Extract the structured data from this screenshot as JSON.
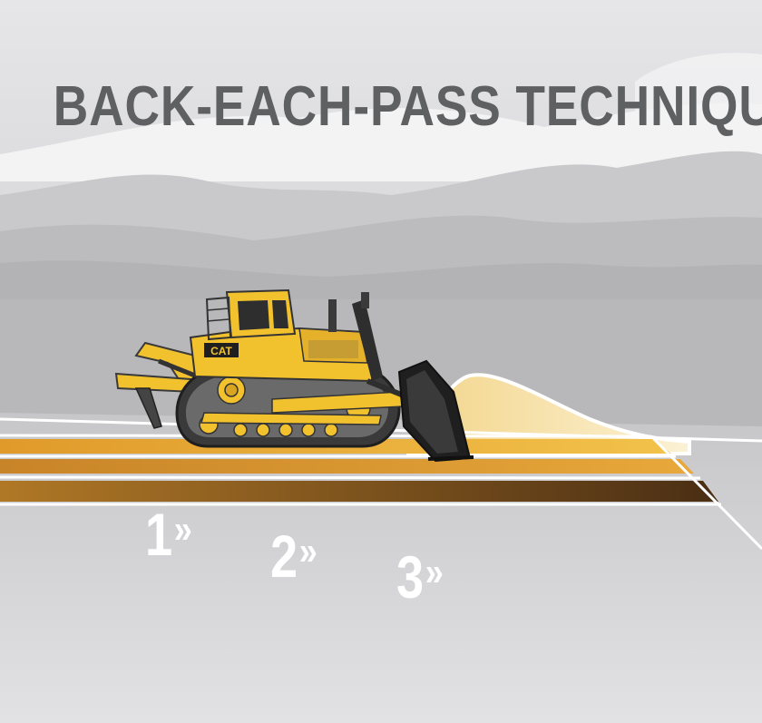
{
  "title": "BACK-EACH-PASS TECHNIQUE",
  "passes": [
    {
      "number": "1",
      "arrow": "»"
    },
    {
      "number": "2",
      "arrow": "»"
    },
    {
      "number": "3",
      "arrow": "»"
    }
  ],
  "machine": {
    "brand": "CAT"
  },
  "colors": {
    "title": "#5f6062",
    "lane1": "#e8b030",
    "lane2": "#d4902a",
    "lane3": "#5a3a18",
    "dozer_yellow": "#f2c12e",
    "material": "#f0d898"
  }
}
